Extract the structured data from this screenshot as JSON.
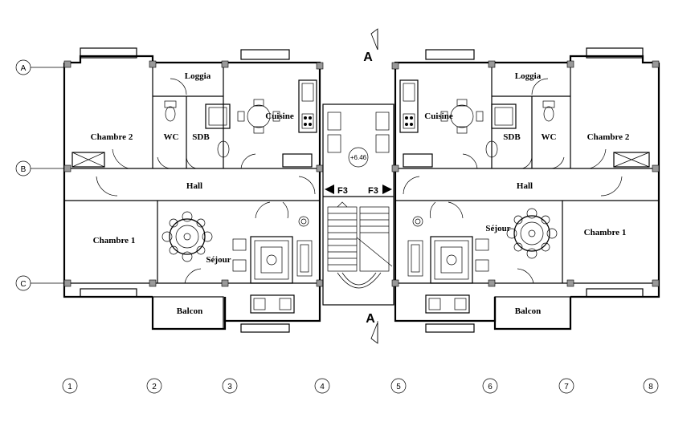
{
  "section_marker": {
    "top": "A",
    "bottom": "A"
  },
  "grid_rows": [
    "A",
    "B",
    "C"
  ],
  "grid_columns": [
    "1",
    "2",
    "3",
    "4",
    "5",
    "6",
    "7",
    "8"
  ],
  "level": "+6.46",
  "apartment_tags": {
    "left": "F3",
    "right": "F3"
  },
  "left_unit": {
    "loggia": "Loggia",
    "cuisine": "Cuisine",
    "wc": "WC",
    "sdb": "SDB",
    "chambre2": "Chambre 2",
    "hall": "Hall",
    "chambre1": "Chambre 1",
    "sejour": "Séjour",
    "balcon": "Balcon"
  },
  "right_unit": {
    "loggia": "Loggia",
    "cuisine": "Cuisine",
    "wc": "WC",
    "sdb": "SDB",
    "chambre2": "Chambre 2",
    "hall": "Hall",
    "chambre1": "Chambre 1",
    "sejour": "Séjour",
    "balcon": "Balcon"
  }
}
